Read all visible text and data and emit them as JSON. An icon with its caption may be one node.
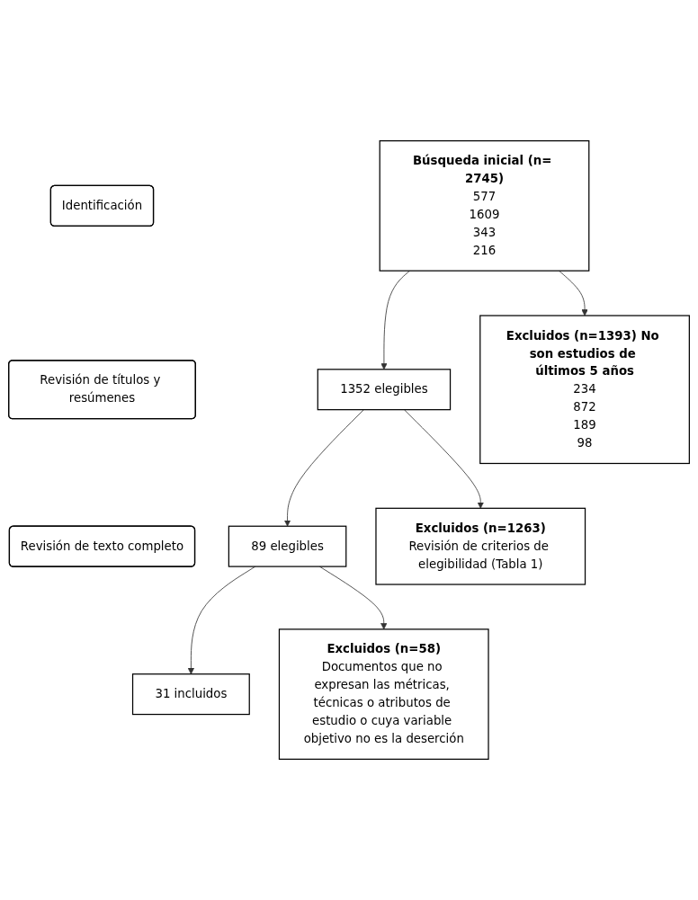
{
  "diagram": {
    "nodes": [
      {
        "text": [
          "Identificación"
        ]
      },
      {
        "text": [
          "Búsqueda inicial (n= 2745)",
          "577",
          "1609",
          "343",
          "216"
        ]
      },
      {
        "text": [
          "Excluidos (n=1393) No son estudios de últimos 5 años",
          "234",
          "872",
          "189",
          "98"
        ]
      },
      {
        "text": [
          "Revisión de títulos y resúmenes"
        ]
      },
      {
        "text": [
          "1352 elegibles"
        ]
      },
      {
        "text": [
          "Excluidos (n=1263)",
          "Revisión de criterios de elegibilidad (Tabla 1)"
        ]
      },
      {
        "text": [
          "Revisión de texto completo"
        ]
      },
      {
        "text": [
          "89 elegibles"
        ]
      },
      {
        "text": [
          "Excluidos (n=58)",
          "Documentos que no expresan las métricas, técnicas o atributos de estudio o cuya variable objetivo no es la deserción"
        ]
      },
      {
        "text": [
          "31 incluidos"
        ]
      }
    ],
    "edges": [
      {
        "from": 1,
        "to": 4,
        "arrow": "to"
      },
      {
        "from": 1,
        "to": 2,
        "arrow": "to"
      },
      {
        "from": 4,
        "to": 7,
        "arrow": "to"
      },
      {
        "from": 4,
        "to": 5,
        "arrow": "to"
      },
      {
        "from": 7,
        "to": 9,
        "arrow": "to"
      },
      {
        "from": 7,
        "to": 8,
        "arrow": "to"
      }
    ]
  }
}
